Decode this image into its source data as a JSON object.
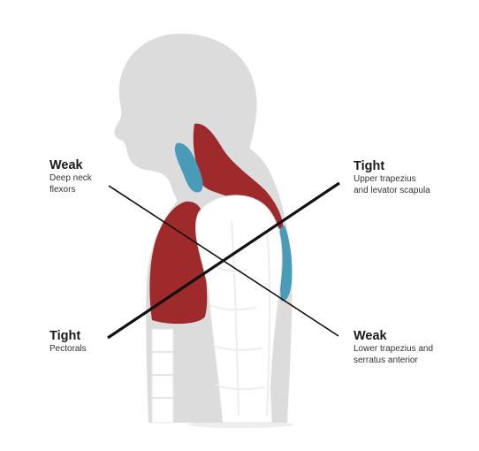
{
  "labels": {
    "weak_top_left": {
      "title": "Weak",
      "desc": "Deep neck\nflexors"
    },
    "tight_top_right": {
      "title": "Tight",
      "desc": "Upper trapezius\nand levator scapula"
    },
    "tight_bottom_left": {
      "title": "Tight",
      "desc": "Pectorals"
    },
    "weak_bottom_right": {
      "title": "Weak",
      "desc": "Lower trapezius and\nserratus anterior"
    }
  },
  "colors": {
    "body": "#dcdcdc",
    "skeleton": "#ffffff",
    "tight_muscle": "#9e2a2b",
    "weak_muscle": "#4a9bb8",
    "line": "#111111"
  }
}
